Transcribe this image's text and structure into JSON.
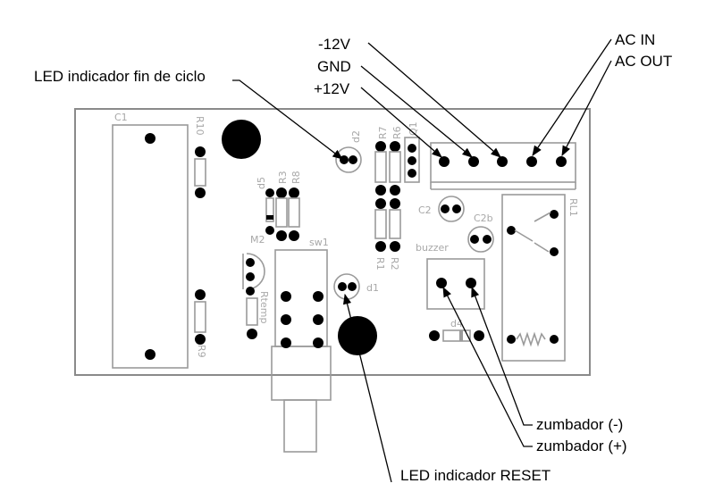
{
  "callouts": {
    "led_fin_ciclo": "LED indicador fin de ciclo",
    "minus12v": "-12V",
    "gnd": "GND",
    "plus12v": "+12V",
    "ac_in": "AC IN",
    "ac_out": "AC OUT",
    "zumbador_neg": "zumbador (-)",
    "zumbador_pos": "zumbador (+)",
    "led_reset": "LED indicador RESET"
  },
  "silkscreen": {
    "c1": "C1",
    "r10": "R10",
    "d2": "d2",
    "r7": "R7",
    "r6": "R6",
    "q1": "Q1",
    "d5": "d5",
    "r3": "R3",
    "r8": "R8",
    "m2": "M2",
    "sw1": "sw1",
    "c2": "C2",
    "c2b": "C2b",
    "rl1": "RL1",
    "buzzer": "buzzer",
    "r1": "R1",
    "r2": "R2",
    "d1": "d1",
    "rtemp": "Rtemp",
    "d4": "d4",
    "r9": "R9"
  },
  "colors": {
    "ink": "#000000",
    "silkscreen": "#a8a8a8",
    "board_outline": "#9a9a9a"
  }
}
